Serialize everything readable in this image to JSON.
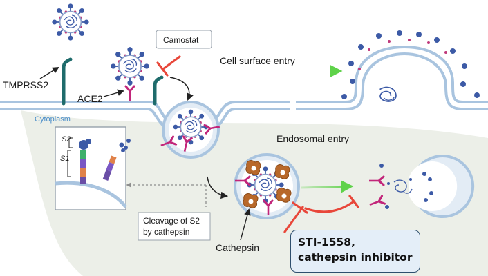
{
  "labels": {
    "tmprss2": "TMPRSS2",
    "ace2": "ACE2",
    "cytoplasm": "Cytoplasm",
    "camostat": "Camostat",
    "cell_surface_entry": "Cell surface entry",
    "endosomal_entry": "Endosomal entry",
    "s2": "S2",
    "s1": "S1",
    "cleavage_line1": "Cleavage of S2",
    "cleavage_line2": "by cathepsin",
    "cathepsin": "Cathepsin"
  },
  "callout": {
    "line1": "STI-1558,",
    "line2": "cathepsin inhibitor"
  },
  "colors": {
    "membrane": "#a9c4df",
    "membrane_fill": "#e3ecf5",
    "cytoplasm_bg": "#ecefe8",
    "activation_arrow": "#5fd24a",
    "inhibition": "#e8473a",
    "tmprss2": "#1e6b6b",
    "ace2": "#c2267a",
    "cathepsin": "#b8682a",
    "virus_spike": "#3c5aa6",
    "callout_bg": "#e4eef8"
  }
}
